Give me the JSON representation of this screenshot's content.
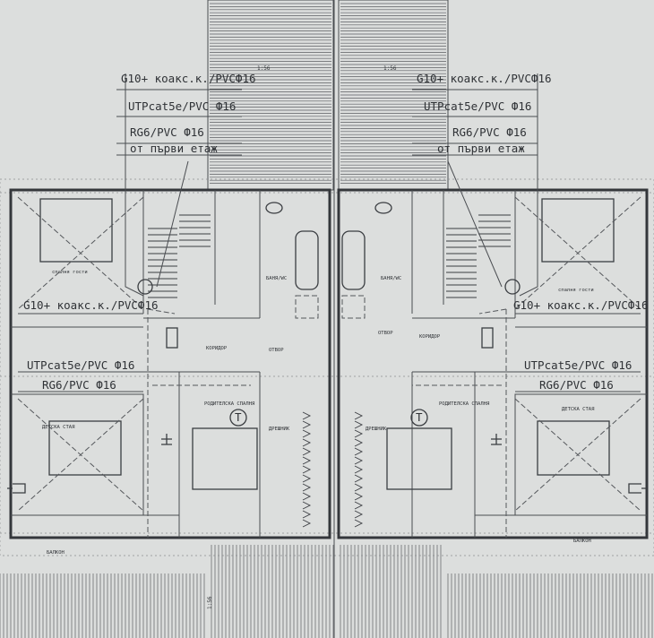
{
  "scale_labels": [
    "1:56",
    "1:56",
    "1:56"
  ],
  "cable_labels": {
    "coax": "G10+ коакс.к./PVCФ16",
    "utp": "UTPcat5e/PVC Ф16",
    "rg6": "RG6/PVC Ф16",
    "from_floor": "от първи етаж"
  },
  "rooms": {
    "guest_bedroom": "спалня гости",
    "bathroom": "БАНЯ/WC",
    "corridor": "КОРИДОР",
    "shaft": "ОТВОР",
    "children_room": "ДЕТСКА СТАЯ",
    "parents_bedroom": "РОДИТЕЛСКА СПАЛНЯ",
    "wardrobe": "ДРЕШНИК",
    "balcony": "БАЛКОН"
  },
  "symbols": {
    "telephone": "T"
  },
  "colors": {
    "paper": "#dcdedd",
    "ink": "#2f3236",
    "hatch": "#5c5f63"
  }
}
